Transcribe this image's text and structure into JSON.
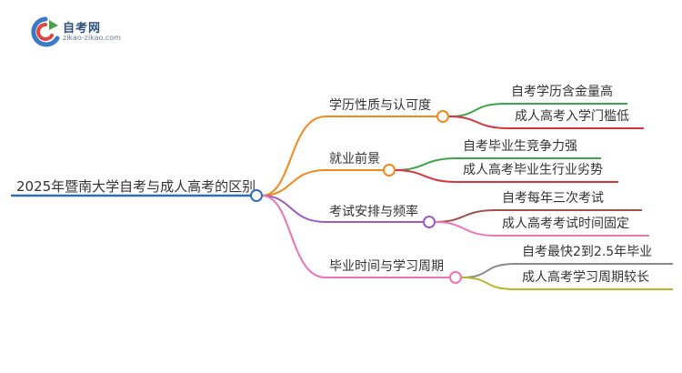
{
  "logo": {
    "title": "自考网",
    "subtitle": "zikao-zikao.com"
  },
  "mindmap": {
    "root": "2025年暨南大学自考与成人高考的区别",
    "branches": [
      {
        "label": "学历性质与认可度",
        "color": "#f08a1c",
        "children": [
          {
            "label": "自考学历含金量高",
            "color": "#3aa64a"
          },
          {
            "label": "成人高考入学门槛低",
            "color": "#d9343b"
          }
        ]
      },
      {
        "label": "就业前景",
        "color": "#f08a1c",
        "children": [
          {
            "label": "自考毕业生竞争力强",
            "color": "#3aa64a"
          },
          {
            "label": "成人高考毕业生行业劣势",
            "color": "#d9343b"
          }
        ]
      },
      {
        "label": "考试安排与频率",
        "color": "#9a5bc8",
        "children": [
          {
            "label": "自考每年三次考试",
            "color": "#a0524a"
          },
          {
            "label": "成人高考考试时间固定",
            "color": "#ec79b7"
          }
        ]
      },
      {
        "label": "毕业时间与学习周期",
        "color": "#ea74b6",
        "children": [
          {
            "label": "自考最快2到2.5年毕业",
            "color": "#8a8a8a"
          },
          {
            "label": "成人高考学习周期较长",
            "color": "#b8b72a"
          }
        ]
      }
    ],
    "root_color": "#2f6db3"
  }
}
